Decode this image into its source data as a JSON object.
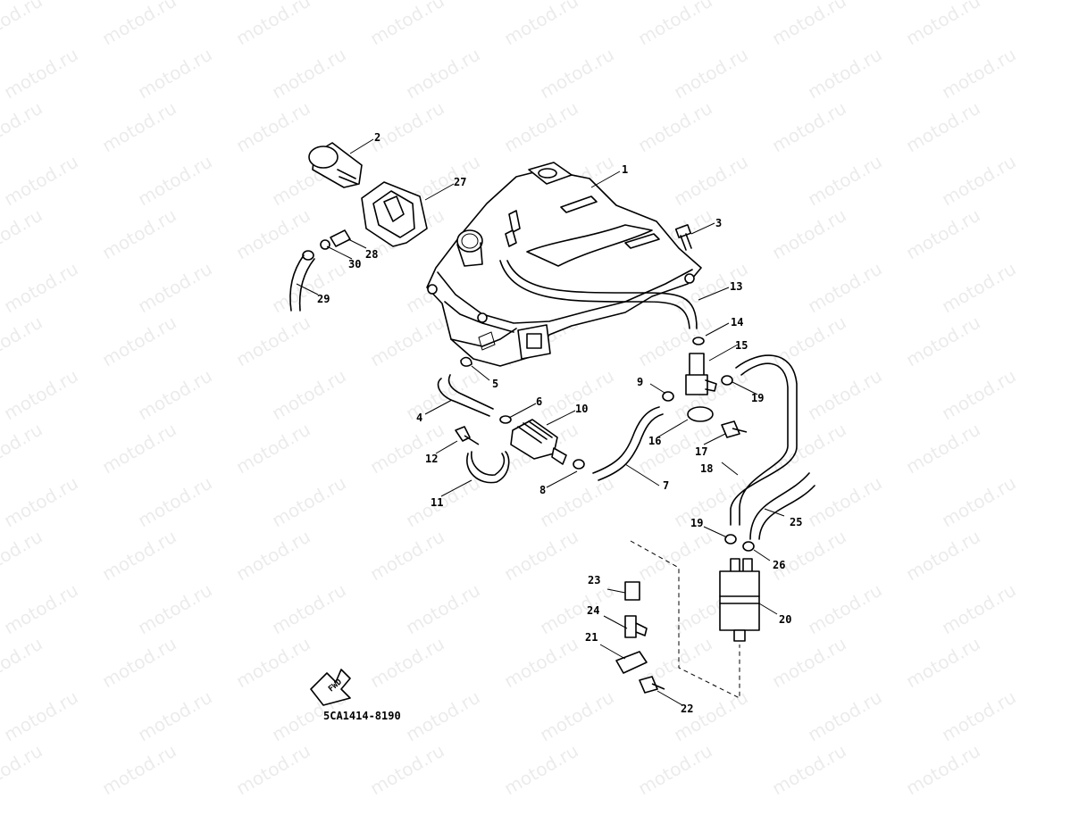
{
  "diagram": {
    "part_code": "5CA1414-8190",
    "watermark_text": "motod.ru",
    "fwd_arrow_text": "FWD",
    "callouts": [
      "1",
      "2",
      "3",
      "4",
      "5",
      "6",
      "7",
      "8",
      "9",
      "10",
      "11",
      "12",
      "13",
      "14",
      "15",
      "16",
      "17",
      "18",
      "19",
      "19",
      "20",
      "21",
      "22",
      "23",
      "24",
      "25",
      "26",
      "27",
      "28",
      "29",
      "30"
    ]
  }
}
